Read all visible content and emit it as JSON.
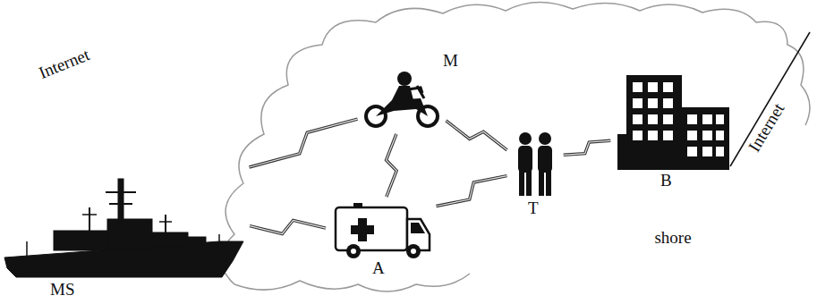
{
  "diagram": {
    "nodes": [
      {
        "text": [
          "MS"
        ]
      },
      {
        "text": [
          "M"
        ]
      },
      {
        "text": [
          "A"
        ]
      },
      {
        "text": [
          "T"
        ]
      },
      {
        "text": [
          "B"
        ]
      }
    ],
    "edges": [
      {
        "from": 0,
        "to": 1,
        "arrow": "none"
      },
      {
        "from": 0,
        "to": 2,
        "arrow": "none"
      },
      {
        "from": 1,
        "to": 2,
        "arrow": "none"
      },
      {
        "from": 1,
        "to": 3,
        "arrow": "none"
      },
      {
        "from": 2,
        "to": 3,
        "arrow": "none"
      },
      {
        "from": 3,
        "to": 4,
        "arrow": "none"
      }
    ],
    "labels": [
      "Internet",
      "Internet",
      "shore"
    ]
  }
}
